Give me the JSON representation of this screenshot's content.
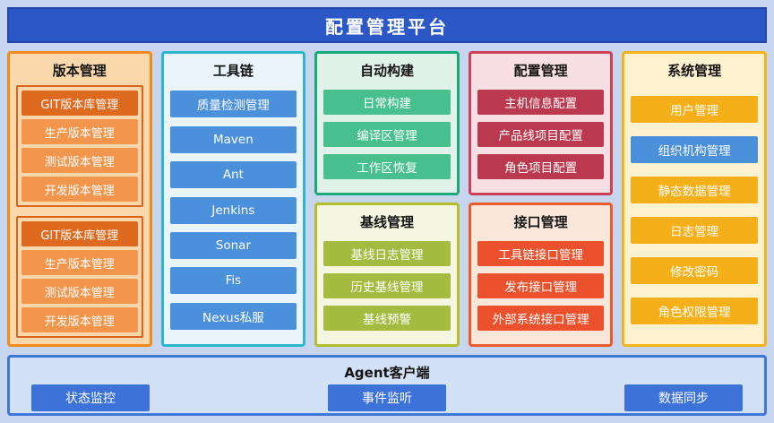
{
  "page": {
    "title": "配置管理平台"
  },
  "colors": {
    "page_background": "#c7d6ee",
    "header": "#2b57c7",
    "version_border": "#f28a1c",
    "version_group_border": "#d9641e",
    "version_item_primary": "#dd6a1f",
    "version_item": "#f2964e",
    "toolchain_border": "#2cb7cc",
    "toolchain_item": "#4b90da",
    "autobuild_border": "#19aa7c",
    "autobuild_item": "#47c08d",
    "baseline_border": "#b3bf2f",
    "baseline_item": "#a5bb40",
    "config_border": "#cc4158",
    "config_item": "#ba394e",
    "interface_border": "#ec5b2b",
    "interface_item": "#eb512c",
    "system_border": "#f5b31b",
    "system_item": "#f5af18",
    "system_item_alt": "#4b90da",
    "agent_border": "#3f77d9",
    "agent_item": "#3d72d9"
  },
  "sections": {
    "version": {
      "title": "版本管理",
      "groups": [
        {
          "items": [
            "GIT版本库管理",
            "生产版本管理",
            "测试版本管理",
            "开发版本管理"
          ]
        },
        {
          "items": [
            "GIT版本库管理",
            "生产版本管理",
            "测试版本管理",
            "开发版本管理"
          ]
        }
      ]
    },
    "toolchain": {
      "title": "工具链",
      "items": [
        "质量检测管理",
        "Maven",
        "Ant",
        "Jenkins",
        "Sonar",
        "Fis",
        "Nexus私服"
      ]
    },
    "autobuild": {
      "title": "自动构建",
      "items": [
        "日常构建",
        "编译区管理",
        "工作区恢复"
      ]
    },
    "baseline": {
      "title": "基线管理",
      "items": [
        "基线日志管理",
        "历史基线管理",
        "基线预警"
      ]
    },
    "config": {
      "title": "配置管理",
      "items": [
        "主机信息配置",
        "产品线项目配置",
        "角色项目配置"
      ]
    },
    "interface": {
      "title": "接口管理",
      "items": [
        "工具链接口管理",
        "发布接口管理",
        "外部系统接口管理"
      ]
    },
    "system": {
      "title": "系统管理",
      "items": [
        "用户管理",
        "组织机构管理",
        "静态数据管理",
        "日志管理",
        "修改密码",
        "角色权限管理"
      ]
    },
    "agent": {
      "title": "Agent客户端",
      "items": [
        "状态监控",
        "事件监听",
        "数据同步"
      ]
    }
  }
}
